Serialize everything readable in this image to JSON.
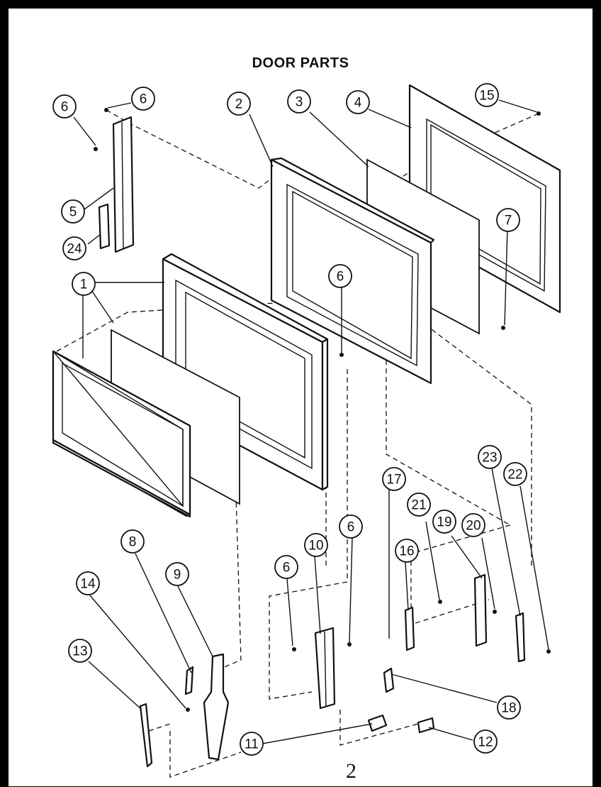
{
  "title": "DOOR PARTS",
  "page_marker": "2",
  "callouts": [
    {
      "label": "6"
    },
    {
      "label": "6"
    },
    {
      "label": "2"
    },
    {
      "label": "3"
    },
    {
      "label": "4"
    },
    {
      "label": "15"
    },
    {
      "label": "5"
    },
    {
      "label": "24"
    },
    {
      "label": "7"
    },
    {
      "label": "1"
    },
    {
      "label": "6"
    },
    {
      "label": "23"
    },
    {
      "label": "22"
    },
    {
      "label": "17"
    },
    {
      "label": "21"
    },
    {
      "label": "19"
    },
    {
      "label": "20"
    },
    {
      "label": "6"
    },
    {
      "label": "10"
    },
    {
      "label": "6"
    },
    {
      "label": "16"
    },
    {
      "label": "8"
    },
    {
      "label": "9"
    },
    {
      "label": "14"
    },
    {
      "label": "13"
    },
    {
      "label": "18"
    },
    {
      "label": "11"
    },
    {
      "label": "12"
    }
  ]
}
